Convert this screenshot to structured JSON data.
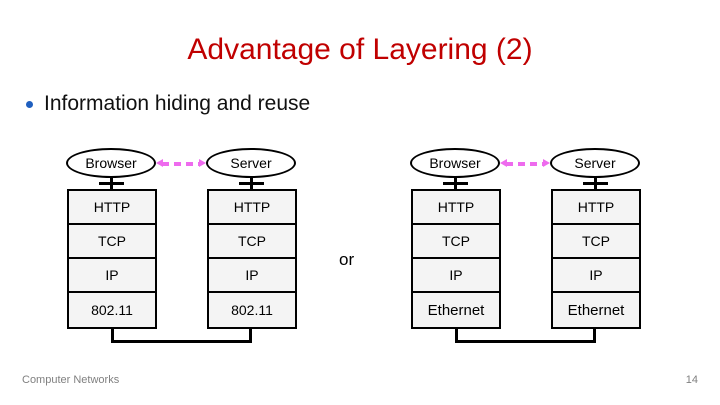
{
  "slide": {
    "title": "Advantage of Layering (2)",
    "bullet": "Information hiding and reuse",
    "title_color": "#C00000",
    "bullet_color": "#1F5FBF",
    "separator_label": "or"
  },
  "footer": {
    "note": "Computer Networks",
    "page_number": "14"
  },
  "diagram": {
    "link_color": "#EE6BEE",
    "groups": [
      {
        "id": "wifi",
        "nodes": [
          {
            "title": "Browser",
            "layers": [
              "HTTP",
              "TCP",
              "IP",
              "802.11"
            ]
          },
          {
            "title": "Server",
            "layers": [
              "HTTP",
              "TCP",
              "IP",
              "802.11"
            ]
          }
        ]
      },
      {
        "id": "ethernet",
        "nodes": [
          {
            "title": "Browser",
            "layers": [
              "HTTP",
              "TCP",
              "IP",
              "Ethernet"
            ]
          },
          {
            "title": "Server",
            "layers": [
              "HTTP",
              "TCP",
              "IP",
              "Ethernet"
            ]
          }
        ]
      }
    ]
  }
}
